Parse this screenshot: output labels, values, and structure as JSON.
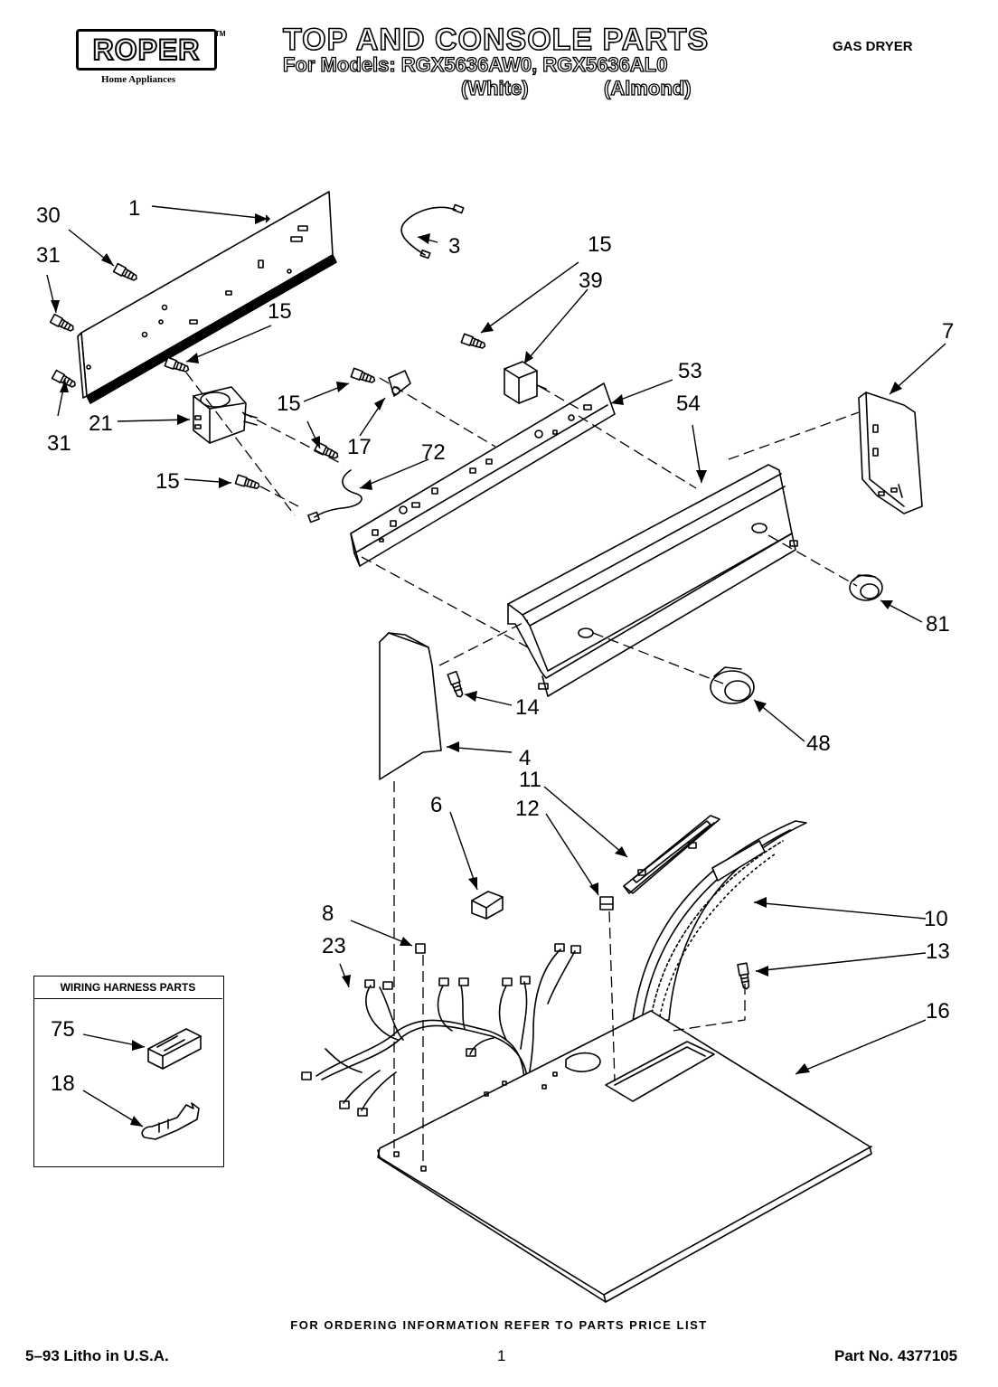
{
  "header": {
    "logo_text": "ROPER",
    "logo_tm": "TM",
    "logo_subtitle": "Home Appliances",
    "title": "TOP AND CONSOLE PARTS",
    "models_line": "For Models: RGX5636AW0, RGX5636AL0",
    "color_white": "(White)",
    "color_almond": "(Almond)",
    "product_type": "GAS DRYER"
  },
  "harness_box": {
    "title": "WIRING HARNESS PARTS"
  },
  "callouts": [
    "1",
    "3",
    "30",
    "31",
    "31",
    "15",
    "15",
    "15",
    "15",
    "39",
    "7",
    "53",
    "54",
    "21",
    "17",
    "72",
    "81",
    "14",
    "4",
    "48",
    "11",
    "12",
    "6",
    "10",
    "8",
    "23",
    "13",
    "16",
    "75",
    "18"
  ],
  "footer": {
    "ordering_note": "FOR ORDERING INFORMATION REFER TO PARTS PRICE LIST",
    "litho": "5–93 Litho in U.S.A.",
    "page_number": "1",
    "part_number": "Part No. 4377105"
  }
}
